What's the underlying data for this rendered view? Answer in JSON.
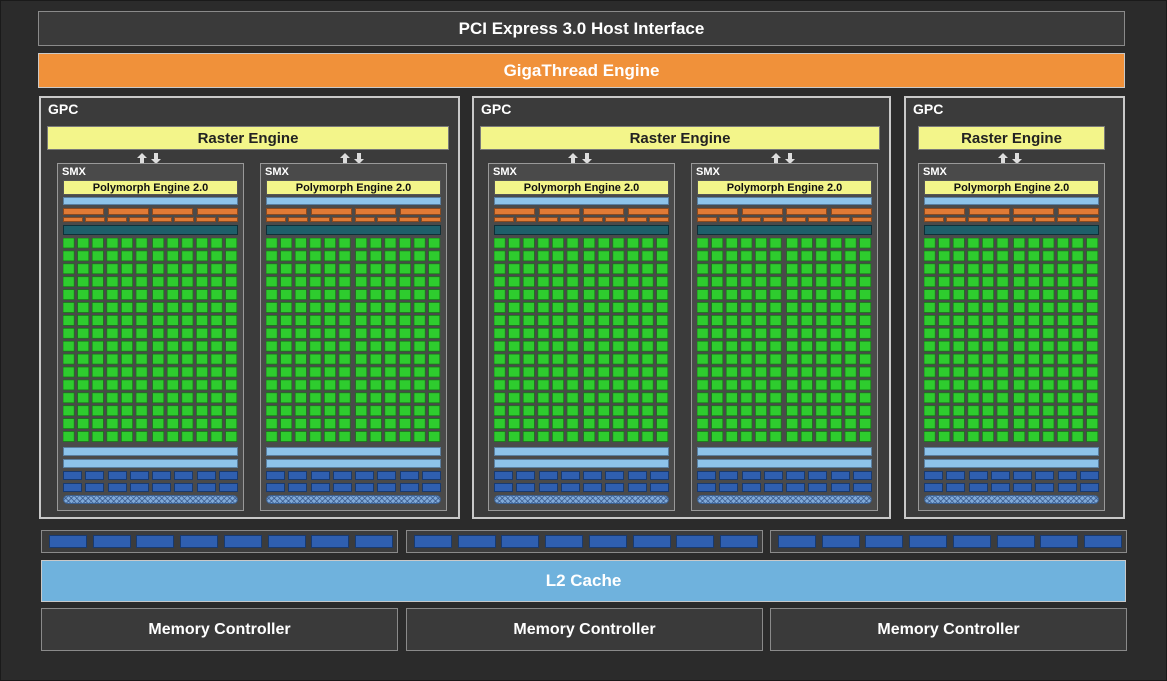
{
  "host_interface": {
    "label": "PCI Express 3.0 Host Interface"
  },
  "giga_thread": {
    "label": "GigaThread Engine"
  },
  "gpcs": [
    {
      "label": "GPC",
      "raster_label": "Raster Engine",
      "smx_count": 2
    },
    {
      "label": "GPC",
      "raster_label": "Raster Engine",
      "smx_count": 2
    },
    {
      "label": "GPC",
      "raster_label": "Raster Engine",
      "smx_count": 1
    }
  ],
  "smx": {
    "label": "SMX",
    "polymorph_label": "Polymorph Engine 2.0"
  },
  "l2_cache": {
    "label": "L2 Cache"
  },
  "memory_controllers": [
    "Memory Controller",
    "Memory Controller",
    "Memory Controller"
  ],
  "colors": {
    "background": "#2b2b2b",
    "giga_thread": "#f0913a",
    "raster": "#f3f58a",
    "core": "#2ecc2e",
    "l2_cache": "#6fb2dd",
    "load_store": "#2f5fb0"
  },
  "icons": {
    "raster_smx_link": "bidirectional-arrows-icon"
  }
}
